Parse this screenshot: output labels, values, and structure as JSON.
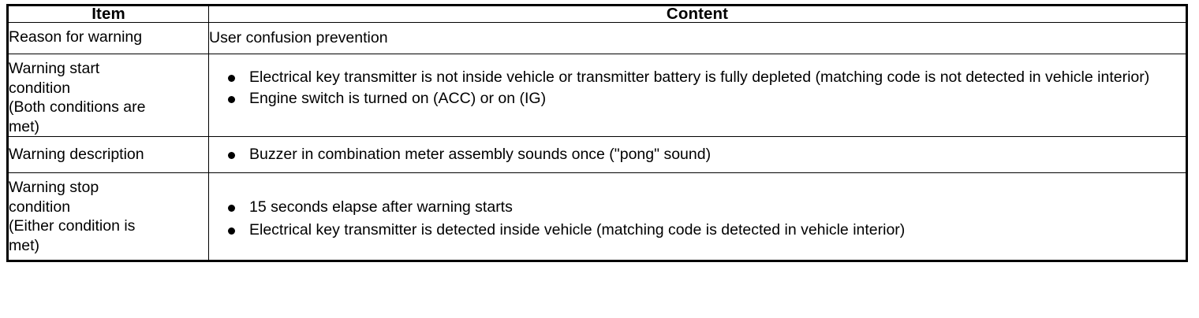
{
  "table": {
    "columns": [
      {
        "key": "item",
        "header": "Item"
      },
      {
        "key": "content",
        "header": "Content"
      }
    ],
    "rows": [
      {
        "item_lines": [
          "Reason for warning"
        ],
        "content_type": "text",
        "content_text": "User confusion prevention",
        "bullets": []
      },
      {
        "item_lines": [
          "Warning start",
          "condition",
          "(Both conditions are",
          "met)"
        ],
        "content_type": "bullets",
        "content_text": "",
        "bullets": [
          "Electrical key transmitter is not inside vehicle or transmitter battery is fully depleted (matching code is not detected in vehicle interior)",
          "Engine switch is turned on (ACC) or on (IG)"
        ]
      },
      {
        "item_lines": [
          "Warning description"
        ],
        "content_type": "bullets",
        "content_text": "",
        "bullets": [
          "Buzzer in combination meter assembly sounds once (\"pong\" sound)"
        ]
      },
      {
        "item_lines": [
          "Warning stop",
          "condition",
          "(Either condition is",
          "met)"
        ],
        "content_type": "bullets",
        "content_text": "",
        "bullets": [
          "15 seconds elapse after warning starts",
          "Electrical key transmitter is detected inside vehicle (matching code is detected in vehicle interior)"
        ]
      }
    ]
  },
  "colors": {
    "border": "#000000",
    "text": "#000000",
    "background": "#ffffff",
    "bullet": "#000000"
  }
}
